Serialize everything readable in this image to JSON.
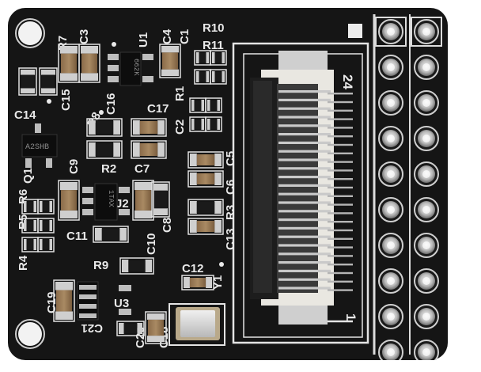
{
  "silkscreen": {
    "r7": "R7",
    "c3": "C3",
    "u1": "U1",
    "c4": "C4",
    "c1": "C1",
    "r10": "R10",
    "r11": "R11",
    "c14": "C14",
    "c15": "C15",
    "c16": "C16",
    "r8": "R8",
    "c17": "C17",
    "r1": "R1",
    "c2": "C2",
    "q1": "Q1",
    "c9": "C9",
    "r2": "R2",
    "c7": "C7",
    "c5": "C5",
    "c6": "C6",
    "r3": "R3",
    "c13": "C13",
    "r6": "R6",
    "r5": "R5",
    "j2": "J2",
    "c8": "C8",
    "c11": "C11",
    "c10": "C10",
    "r4": "R4",
    "r9": "R9",
    "c12": "C12",
    "y1": "Y1",
    "c19": "C19",
    "u3": "U3",
    "c21": "C21",
    "c20": "C20",
    "c18": "C18",
    "pin24": "24",
    "pin1": "1"
  },
  "chip_markings": {
    "q1_chip": "A2SHB",
    "u1_chip": "662K",
    "j2_chip": "1TAX"
  },
  "colors": {
    "board": "#151515",
    "silkscreen": "#e9e9e9",
    "pad_metal": "#c8c8c8",
    "header_outline": "#dcdcdc"
  }
}
